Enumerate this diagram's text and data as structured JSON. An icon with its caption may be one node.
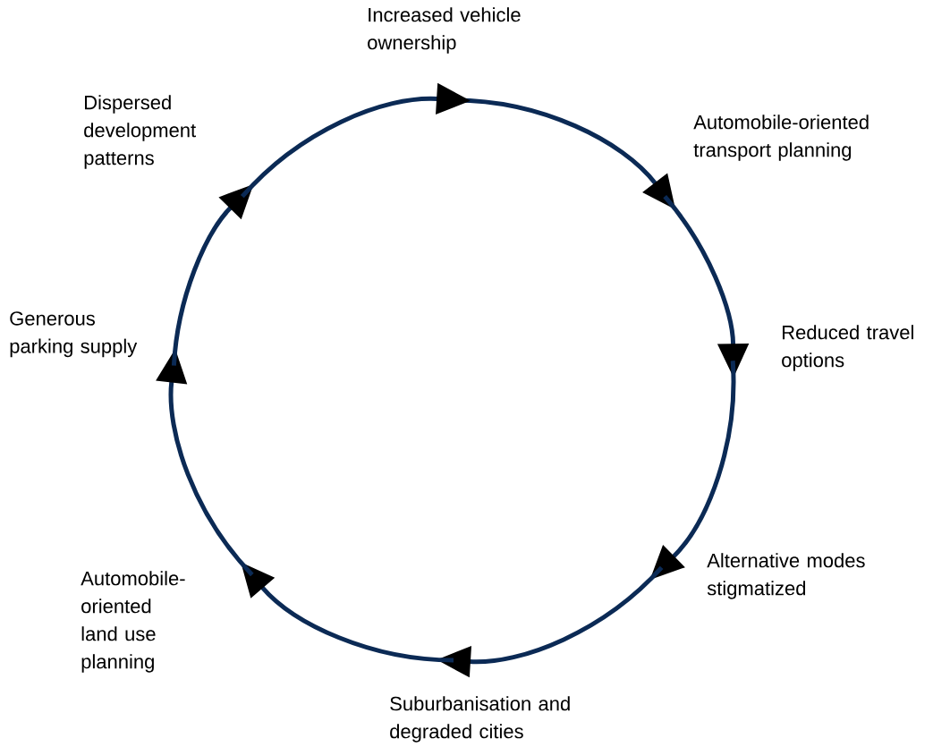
{
  "diagram": {
    "nodes": [
      {
        "text": [
          "Increased vehicle ownership"
        ]
      },
      {
        "text": [
          "Automobile-oriented transport planning"
        ]
      },
      {
        "text": [
          "Reduced travel options"
        ]
      },
      {
        "text": [
          "Alternative modes stigmatized"
        ]
      },
      {
        "text": [
          "Suburbanisation and degraded cities"
        ]
      },
      {
        "text": [
          "Automobile-oriented land use planning"
        ]
      },
      {
        "text": [
          "Generous parking supply"
        ]
      },
      {
        "text": [
          "Dispersed development patterns"
        ]
      }
    ],
    "edges": [
      {
        "from": 0,
        "to": 1,
        "arrow": "to"
      },
      {
        "from": 1,
        "to": 2,
        "arrow": "to"
      },
      {
        "from": 2,
        "to": 3,
        "arrow": "to"
      },
      {
        "from": 3,
        "to": 4,
        "arrow": "to"
      },
      {
        "from": 4,
        "to": 5,
        "arrow": "to"
      },
      {
        "from": 5,
        "to": 6,
        "arrow": "to"
      },
      {
        "from": 6,
        "to": 7,
        "arrow": "to"
      },
      {
        "from": 7,
        "to": 0,
        "arrow": "to"
      }
    ]
  }
}
